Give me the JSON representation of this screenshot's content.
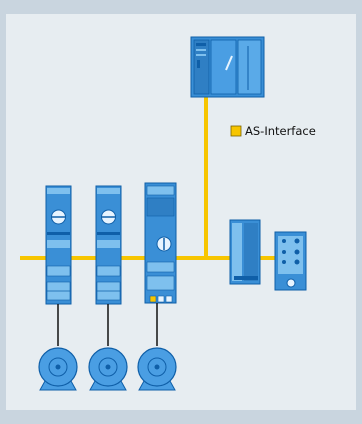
{
  "legend": {
    "label": "AS-Interface",
    "color": "#f7c500"
  },
  "colors": {
    "background": "#c9d5df",
    "panel": "#e7edf1",
    "bus": "#f7c500",
    "device": "#3a8fd6",
    "device_dark": "#0f5fa8",
    "device_light": "#7ec0ee",
    "cable": "#111111",
    "motor": "#4a9ee3"
  },
  "components": {
    "controller": "plc-controller",
    "motor_starters": [
      "motor-starter",
      "motor-starter",
      "motor-starter-compact"
    ],
    "modules": [
      "power-supply-module",
      "io-module"
    ],
    "motors": [
      "motor",
      "motor",
      "motor"
    ]
  }
}
